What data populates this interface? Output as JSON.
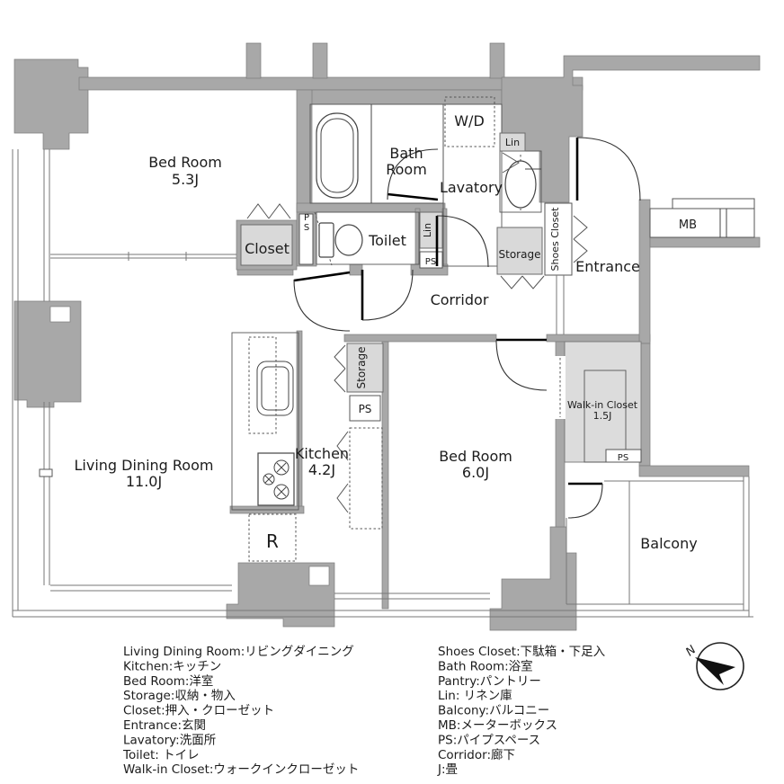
{
  "colors": {
    "wall": "#a8a8a8",
    "closet_fill": "#d9d9d9",
    "walkin_fill": "#dcdcdc",
    "line": "#444444",
    "text": "#1c1c1c"
  },
  "plan": {
    "labels": {
      "bedroom1_name": "Bed Room",
      "bedroom1_size": "5.3J",
      "bathroom_line1": "Bath",
      "bathroom_line2": "Room",
      "washer_dryer": "W/D",
      "lavatory": "Lavatory",
      "lin_upper": "Lin",
      "toilet": "Toilet",
      "closet": "Closet",
      "ps_bedroom": "PS",
      "lin_lower": "Lin",
      "ps_toilet": "PS",
      "storage_hall": "Storage",
      "shoes_closet": "Shoes Closet",
      "entrance": "Entrance",
      "mb": "MB",
      "corridor": "Corridor",
      "storage_kitchen": "Storage",
      "ps_kitchen": "PS",
      "kitchen_name": "Kitchen",
      "kitchen_size": "4.2J",
      "living_name": "Living Dining Room",
      "living_size": "11.0J",
      "bedroom2_name": "Bed Room",
      "bedroom2_size": "6.0J",
      "walkin_name": "Walk-in Closet",
      "walkin_size": "1.5J",
      "ps_walkin": "PS",
      "refrigerator": "R",
      "balcony": "Balcony"
    }
  },
  "legend": {
    "left": [
      "Living Dining Room:リビングダイニング",
      "Kitchen:キッチン",
      "Bed Room:洋室",
      "Storage:収納・物入",
      "Closet:押入・クローゼット",
      "Entrance:玄関",
      "Lavatory:洗面所",
      "Toilet: トイレ",
      "Walk-in Closet:ウォークインクローゼット"
    ],
    "right": [
      "Shoes Closet:下駄箱・下足入",
      "Bath Room:浴室",
      "Pantry:パントリー",
      "Lin: リネン庫",
      "Balcony:バルコニー",
      "MB:メーターボックス",
      "PS:パイプスペース",
      "Corridor:廊下",
      "J:畳"
    ]
  },
  "compass": {
    "north": "N"
  }
}
